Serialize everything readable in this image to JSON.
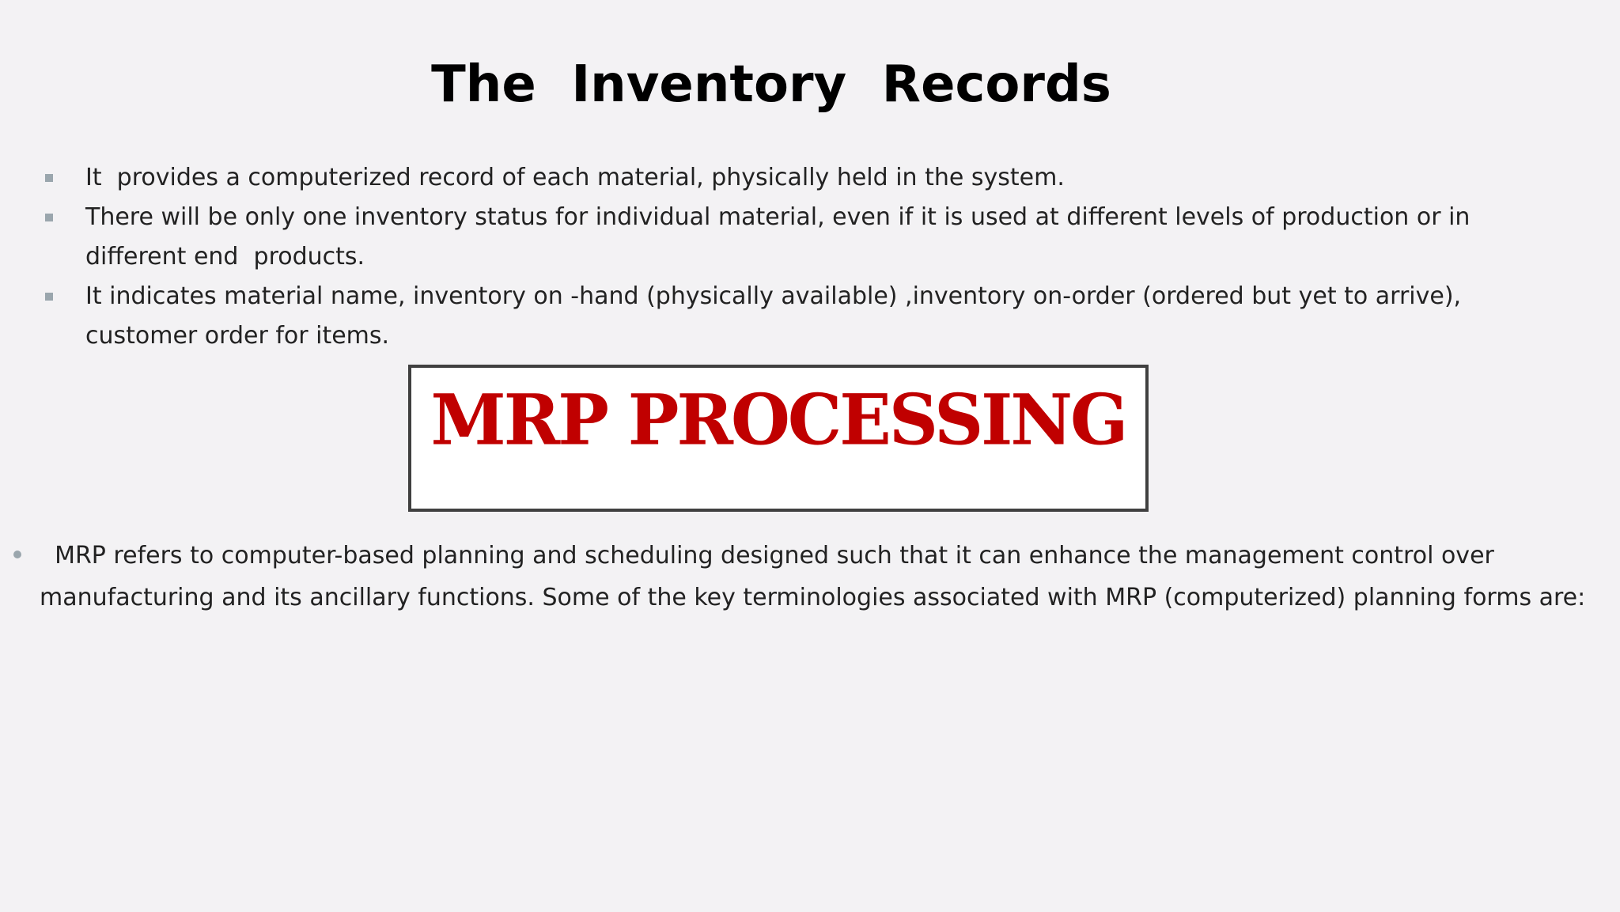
{
  "slide": {
    "title": "The  Inventory  Records",
    "bullets": [
      {
        "text": "It  provides a computerized record of each material, physically held in the system."
      },
      {
        "text": "There will be only one inventory status for individual material, even if it is used at different levels of production or in different end  products."
      },
      {
        "text": "It indicates material name, inventory on -hand (physically available) ,inventory on-order (ordered but yet to arrive), customer order for items."
      }
    ],
    "banner": {
      "text": "MRP PROCESSING"
    },
    "paragraph": {
      "text": "  MRP refers to computer-based planning and scheduling designed such that it can enhance the management control over manufacturing and its ancillary functions. Some of the key terminologies associated with MRP (computerized) planning forms are:"
    }
  },
  "colors": {
    "background": "#f3f2f4",
    "title": "#000000",
    "body_text": "#222222",
    "bullet_marker": "#9aa6ad",
    "banner_text": "#c00000",
    "banner_border": "#404040",
    "banner_fill": "#ffffff"
  },
  "icons": {
    "bullet_square": "square-bullet-icon",
    "bullet_round": "round-bullet-icon"
  }
}
